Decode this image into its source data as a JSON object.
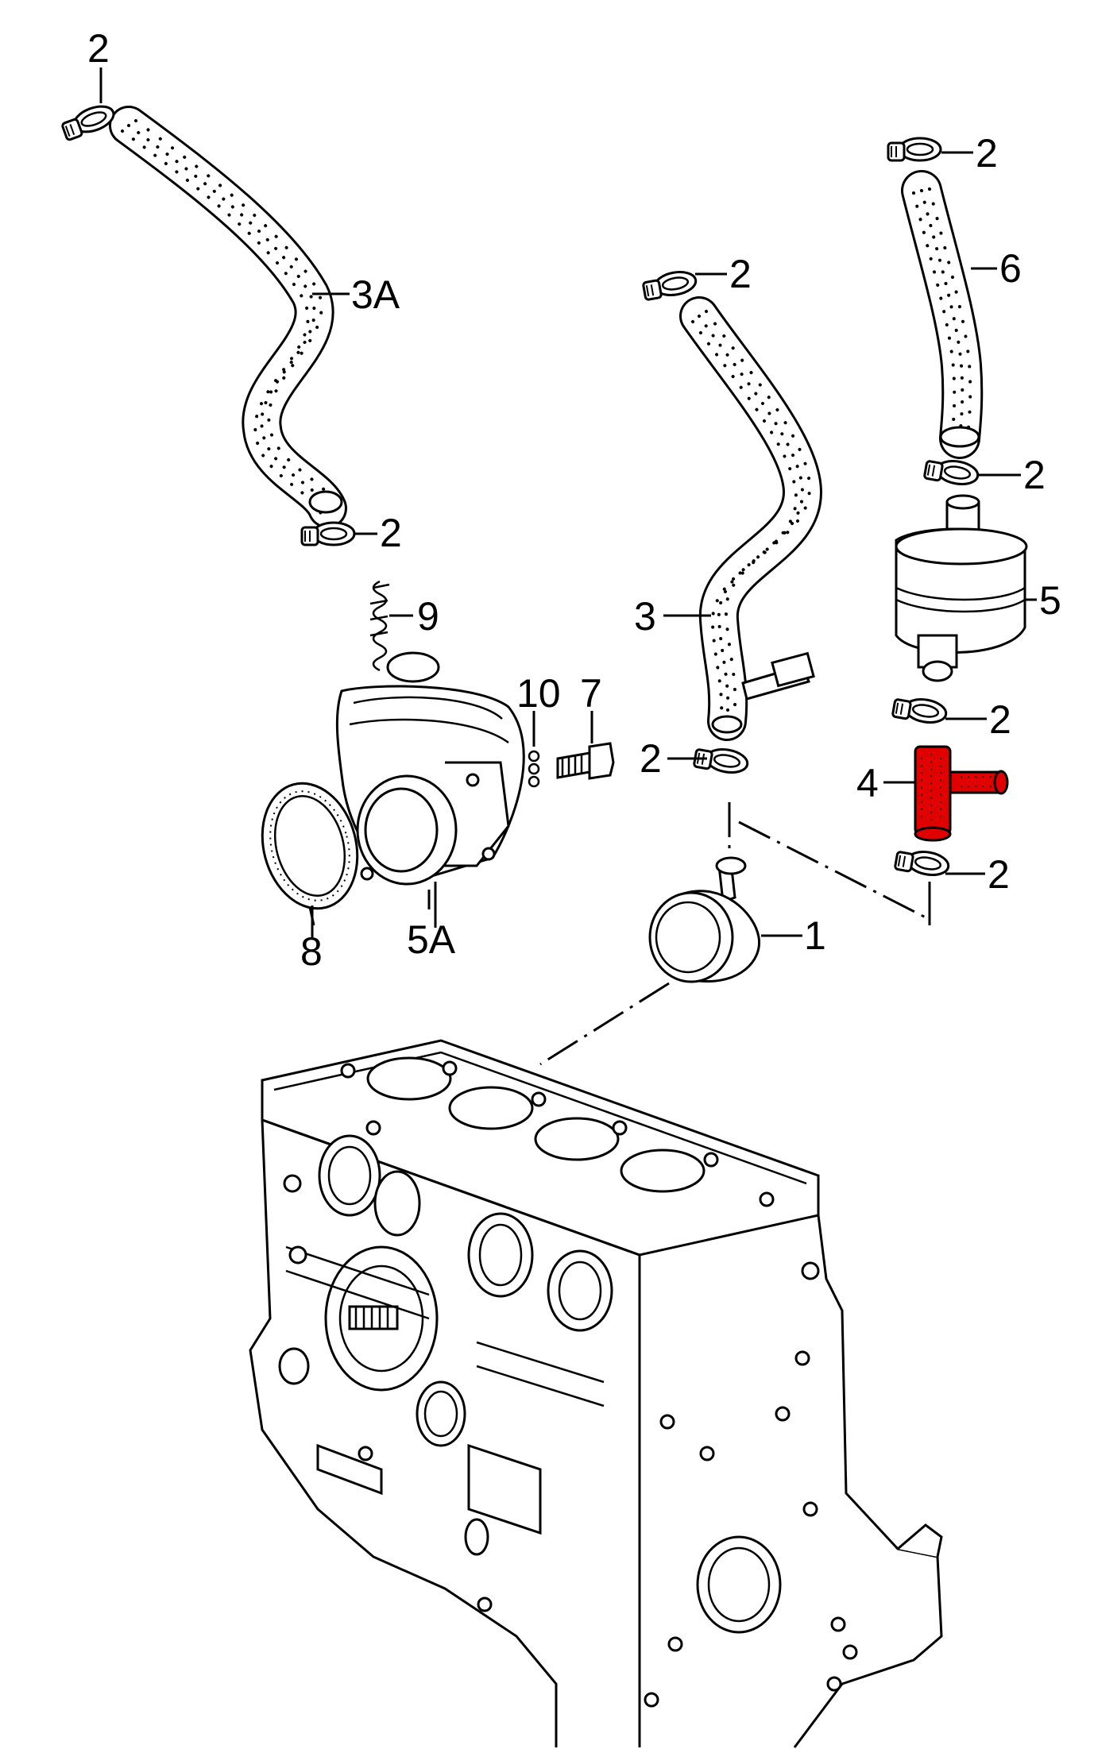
{
  "callouts": [
    {
      "id": "clamp-top-left",
      "text": "2"
    },
    {
      "id": "hose-3a",
      "text": "3A"
    },
    {
      "id": "clamp-3a-lower",
      "text": "2"
    },
    {
      "id": "spring-9",
      "text": "9"
    },
    {
      "id": "bolt-10",
      "text": "10"
    },
    {
      "id": "bolt-7",
      "text": "7"
    },
    {
      "id": "gasket-8",
      "text": "8"
    },
    {
      "id": "housing-5a",
      "text": "5A"
    },
    {
      "id": "clamp-hose3-top",
      "text": "2"
    },
    {
      "id": "hose-3",
      "text": "3"
    },
    {
      "id": "clamp-hose3-lower",
      "text": "2"
    },
    {
      "id": "adapter-1",
      "text": "1"
    },
    {
      "id": "clamp-hose6-top",
      "text": "2"
    },
    {
      "id": "hose-6",
      "text": "6"
    },
    {
      "id": "clamp-hose6-lower",
      "text": "2"
    },
    {
      "id": "filter-5",
      "text": "5"
    },
    {
      "id": "clamp-filter-lower",
      "text": "2"
    },
    {
      "id": "t-piece-4",
      "text": "4"
    },
    {
      "id": "clamp-t-lower",
      "text": "2"
    }
  ],
  "highlight": {
    "part": "4",
    "color": "#e00000"
  }
}
